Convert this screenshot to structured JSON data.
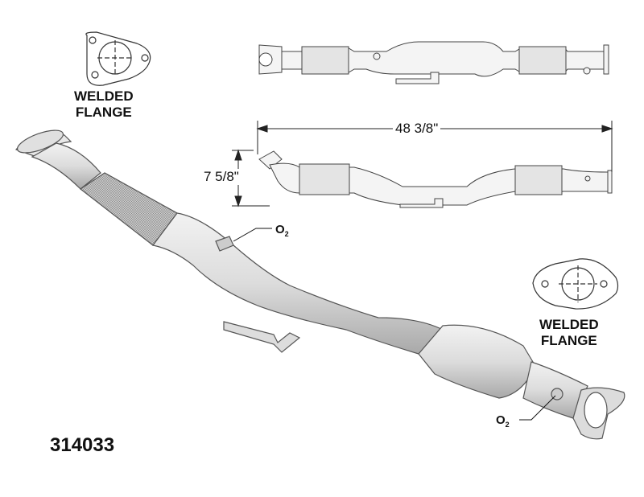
{
  "flange_labels": {
    "top_left": {
      "line1": "WELDED",
      "line2": "FLANGE"
    },
    "right": {
      "line1": "WELDED",
      "line2": "FLANGE"
    }
  },
  "dimensions": {
    "length": "48 3/8\"",
    "height": "7 5/8\""
  },
  "sensors": {
    "upper": {
      "label": "O",
      "sub": "2"
    },
    "lower": {
      "label": "O",
      "sub": "2"
    }
  },
  "part_number": "314033"
}
